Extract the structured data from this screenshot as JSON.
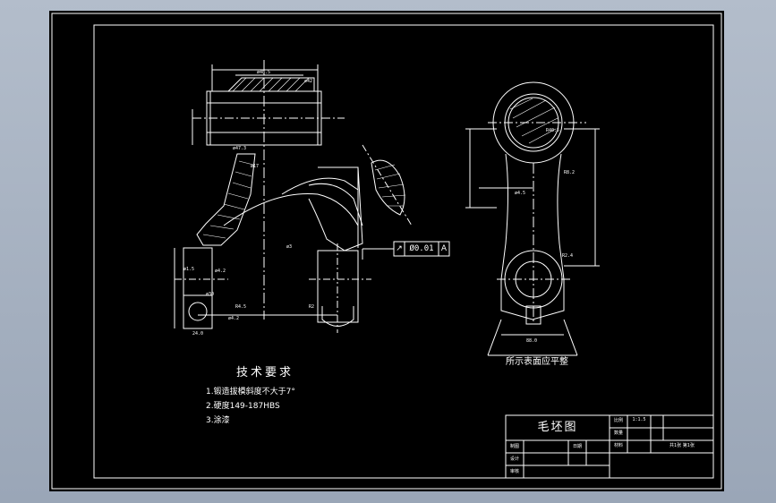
{
  "drawing": {
    "tolerance_frame": {
      "symbol": "↗",
      "value": "Ø0.01",
      "datum": "A"
    },
    "right_view_caption": "所示表面应平整"
  },
  "tech_requirements": {
    "title": "技术要求",
    "items": [
      "1.锻造拔模斜度不大于7°",
      "2.硬度149-187HBS",
      "3.涂漆"
    ]
  },
  "title_block": {
    "name": "毛坯图",
    "labels": {
      "scale": "比例",
      "qty": "数量",
      "material": "材料",
      "drawn": "制图",
      "date": "日期",
      "designed": "设计",
      "reviewed": "审核"
    },
    "scale_value": "1:1.5",
    "sheet_info": "共1张 第1张"
  },
  "colors": {
    "background": "#000000",
    "lines": "#ffffff",
    "desktop": "#a9b4c3"
  }
}
